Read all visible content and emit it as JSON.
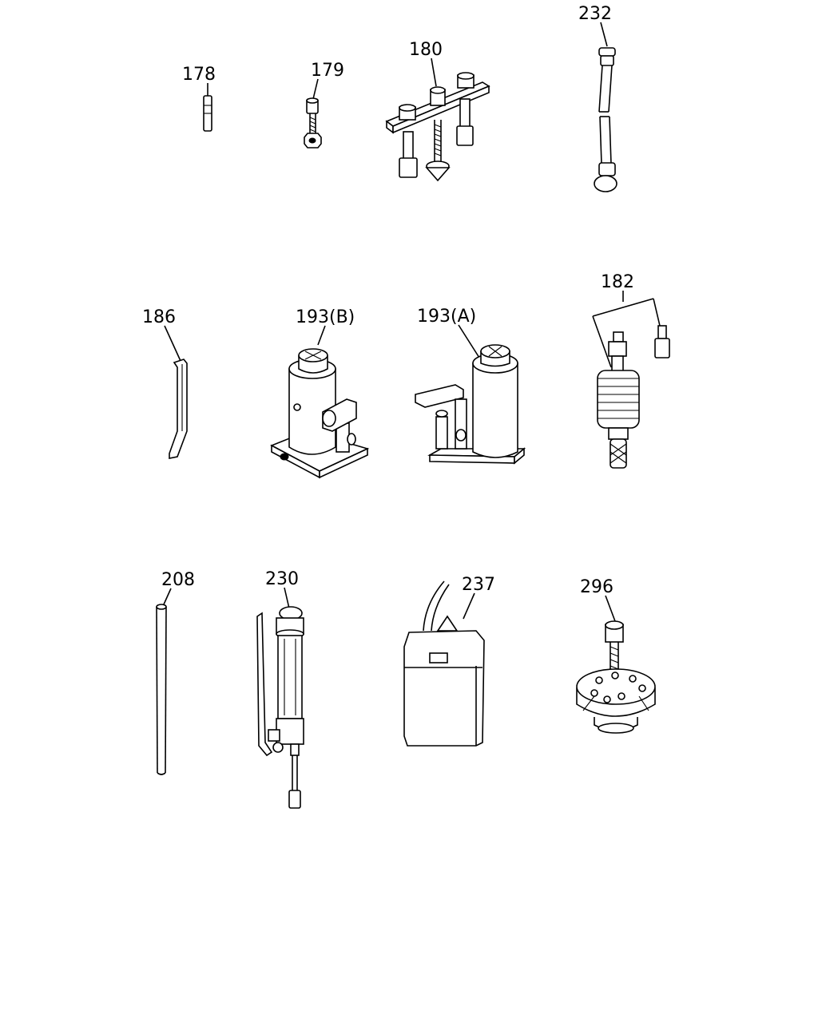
{
  "parts": [
    {
      "id": "p178",
      "label": "178"
    },
    {
      "id": "p179",
      "label": "179"
    },
    {
      "id": "p180",
      "label": "180"
    },
    {
      "id": "p232",
      "label": "232"
    },
    {
      "id": "p186",
      "label": "186"
    },
    {
      "id": "p193b",
      "label": "193(B)"
    },
    {
      "id": "p193a",
      "label": "193(A)"
    },
    {
      "id": "p182",
      "label": "182"
    },
    {
      "id": "p208",
      "label": "208"
    },
    {
      "id": "p230",
      "label": "230"
    },
    {
      "id": "p237",
      "label": "237"
    },
    {
      "id": "p296",
      "label": "296"
    }
  ]
}
